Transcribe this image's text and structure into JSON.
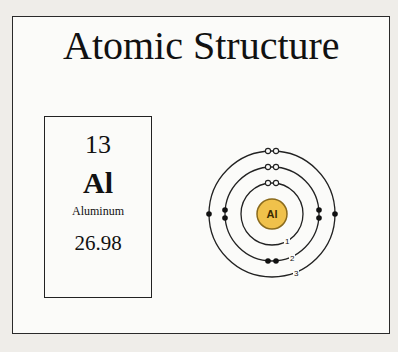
{
  "diagram": {
    "title": "Atomic Structure",
    "nodes": [
      {
        "text": [
          "13",
          "Al",
          "Aluminum",
          "26.98"
        ]
      },
      {
        "text": [
          "Al"
        ]
      }
    ],
    "labels": [
      "1",
      "2",
      "3"
    ]
  }
}
